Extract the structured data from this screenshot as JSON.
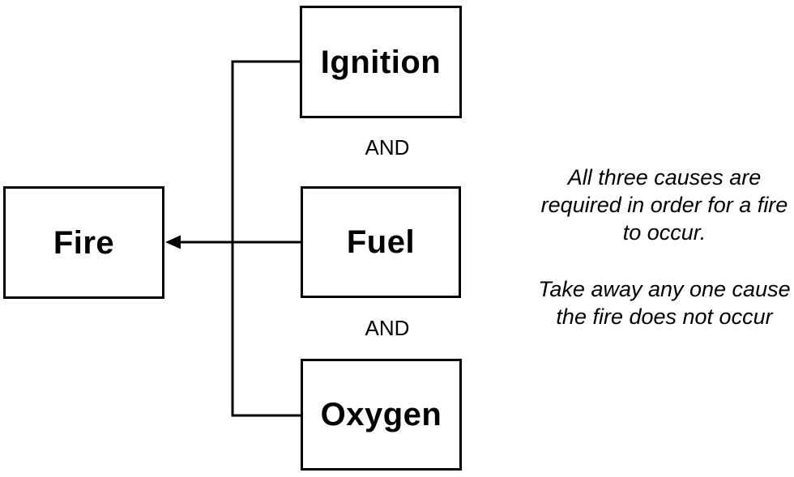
{
  "diagram": {
    "effect": {
      "label": "Fire"
    },
    "causes": [
      {
        "label": "Ignition"
      },
      {
        "label": "Fuel"
      },
      {
        "label": "Oxygen"
      }
    ],
    "operators": [
      {
        "label": "AND"
      },
      {
        "label": "AND"
      }
    ],
    "annotation": {
      "para1_lines": [
        "All three causes are",
        "required in order for a fire",
        "to occur."
      ],
      "para2_lines": [
        "Take away any one cause",
        "the fire does not occur"
      ]
    },
    "colors": {
      "line": "#000000",
      "text": "#000000",
      "background": "#ffffff"
    }
  }
}
